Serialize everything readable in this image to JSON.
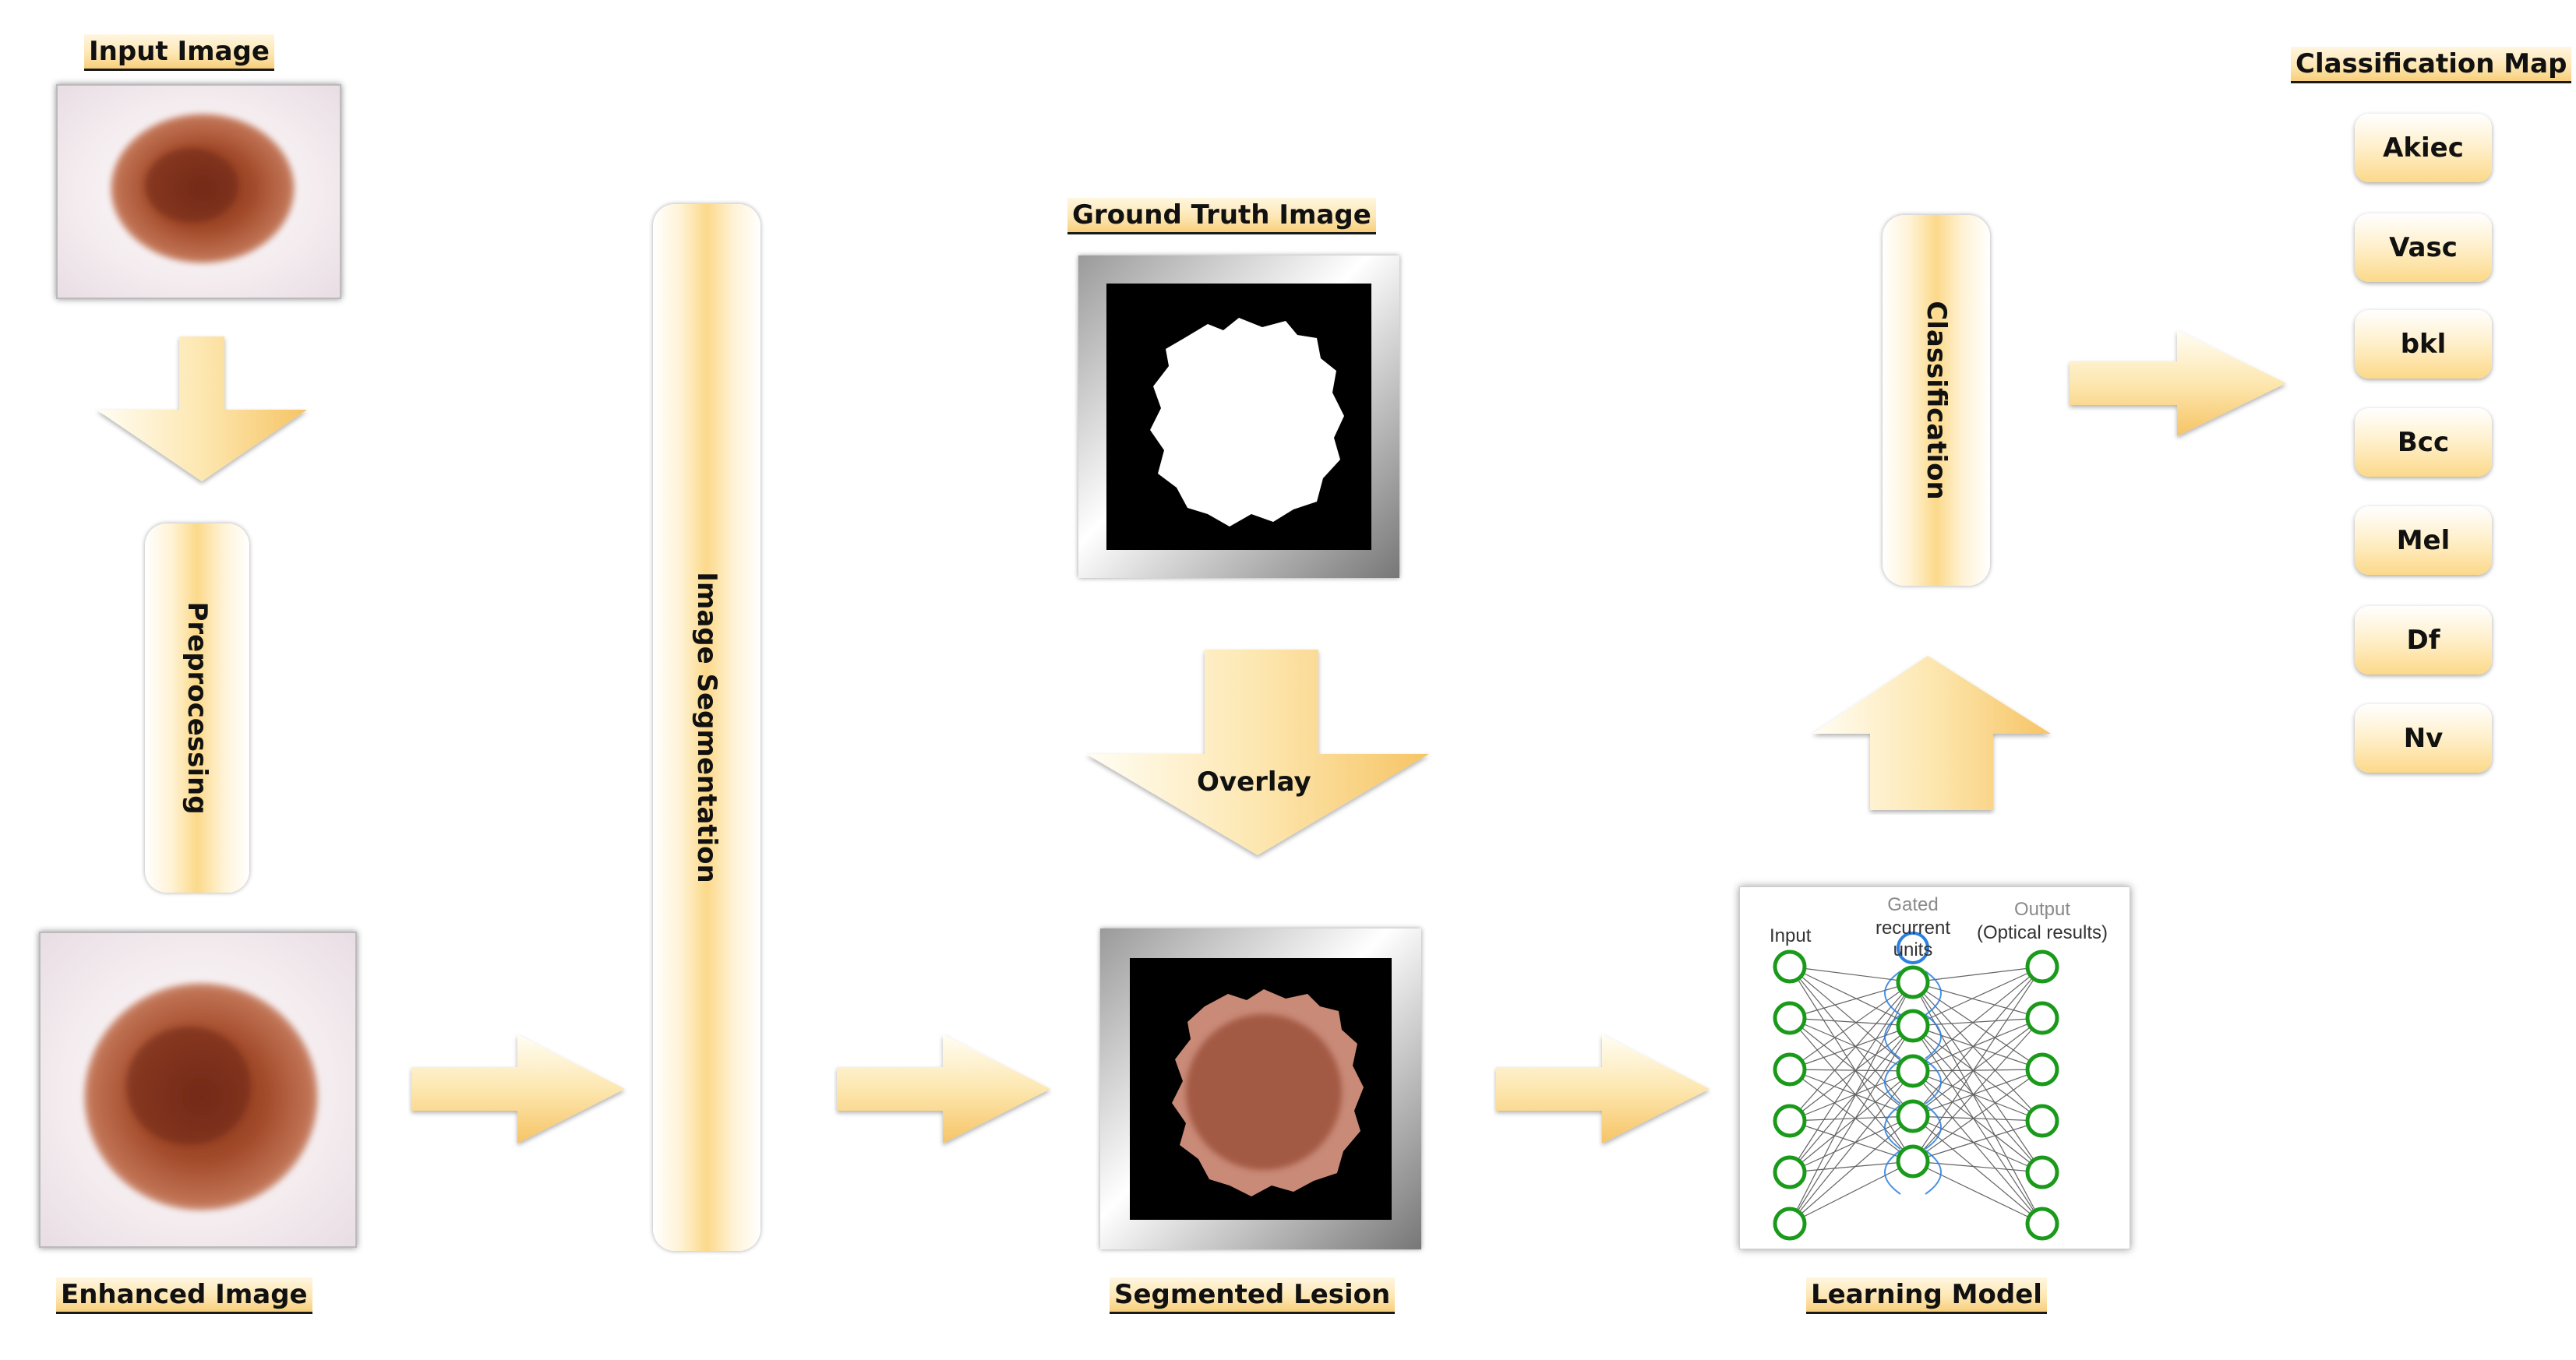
{
  "labels": {
    "input_image": "Input Image",
    "enhanced_image": "Enhanced Image",
    "ground_truth_image": "Ground Truth Image",
    "segmented_lesion": "Segmented Lesion",
    "learning_model": "Learning Model",
    "classification_map": "Classification Map"
  },
  "steps": {
    "preprocessing": "Preprocessing",
    "image_segmentation": "Image Segmentation",
    "overlay": "Overlay",
    "classification": "Classification"
  },
  "classes": [
    "Akiec",
    "Vasc",
    "bkl",
    "Bcc",
    "Mel",
    "Df",
    "Nv"
  ],
  "network": {
    "input_label": "Input",
    "hidden_label_line1": "Gated",
    "hidden_label_line2": "recurrent",
    "hidden_label_line3": "units",
    "output_label_line1": "Output",
    "output_label_line2": "(Optical results)"
  },
  "colors": {
    "arrow_light": "#fffbef",
    "arrow_dark": "#f8cd73",
    "node_green": "#1a9a1a",
    "node_blue": "#2b7fe0"
  }
}
